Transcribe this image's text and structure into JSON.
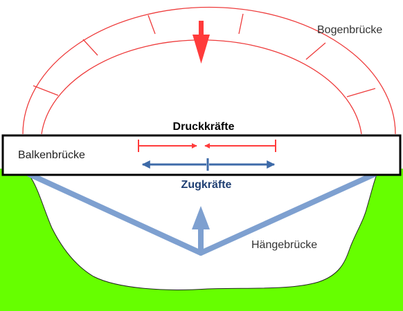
{
  "labels": {
    "arch": "Bogenbrücke",
    "beam": "Balkenbrücke",
    "suspension": "Hängebrücke",
    "compression": "Druckkräfte",
    "tension": "Zugkräfte"
  },
  "colors": {
    "ground": "#66ff00",
    "arch": "#ee3b3b",
    "compression": "#ff3b3b",
    "tension": "#3d6aa8",
    "suspension_cable": "#7ea0d0",
    "beam_outline": "#000000"
  }
}
